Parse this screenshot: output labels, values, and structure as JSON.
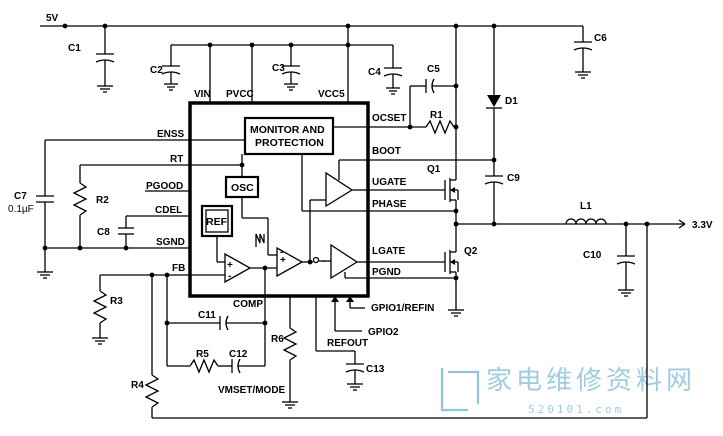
{
  "labels": {
    "v5": "5V",
    "c1": "C1",
    "c2": "C2",
    "c3": "C3",
    "c4": "C4",
    "c5": "C5",
    "c6": "C6",
    "vin": "VIN",
    "pvcc": "PVCC",
    "vcc5": "VCC5",
    "monitor1": "MONITOR AND",
    "monitor2": "PROTECTION",
    "ocset": "OCSET",
    "r1": "R1",
    "d1": "D1",
    "enss": "ENSS",
    "rt": "RT",
    "pgood": "PGOOD",
    "cdel": "CDEL",
    "sgnd": "SGND",
    "c7": "C7",
    "c7v": "0.1µF",
    "r2": "R2",
    "c8": "C8",
    "osc": "OSC",
    "ref": "REF",
    "boot": "BOOT",
    "ugate": "UGATE",
    "phase": "PHASE",
    "lgate": "LGATE",
    "pgnd": "PGND",
    "q1": "Q1",
    "q2": "Q2",
    "c9": "C9",
    "l1": "L1",
    "c10": "C10",
    "vout": "3.3V",
    "fb": "FB",
    "r3": "R3",
    "comp": "COMP",
    "gpio1": "GPIO1/REFIN",
    "gpio2": "GPIO2",
    "refout": "REFOUT",
    "c11": "C11",
    "r5": "R5",
    "c12": "C12",
    "r6": "R6",
    "c13": "C13",
    "r4": "R4",
    "vmset": "VMSET/MODE",
    "plus": "+",
    "minus": "-"
  },
  "watermark": {
    "text": "家电维修资料网",
    "sub": "520101.com"
  }
}
